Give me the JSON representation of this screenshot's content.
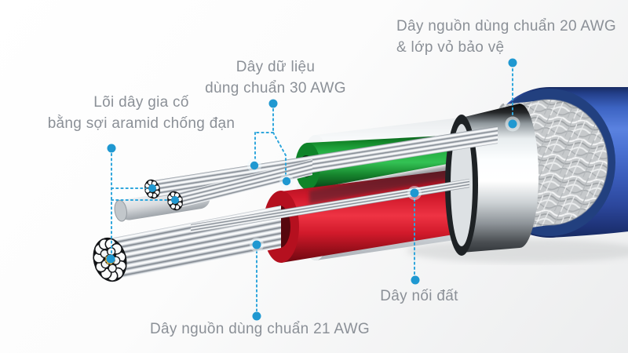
{
  "figure": {
    "type": "annotated-cable-cutaway-diagram",
    "labels": {
      "outer": {
        "line1": "Dây nguồn dùng chuẩn 20 AWG",
        "line2": "& lớp vỏ bảo vệ"
      },
      "data": {
        "line1": "Dây dữ liệu",
        "line2": "dùng chuẩn 30 AWG"
      },
      "aramid": {
        "line1": "Lõi dây gia cố",
        "line2": "bằng sợi aramid chống đạn"
      },
      "ground": {
        "line1": "Dây nối đất"
      },
      "power": {
        "line1": "Dây nguồn dùng chuẩn 21 AWG"
      }
    },
    "colors": {
      "label_text": "#8b9097",
      "leader_line": "#2fa6dc",
      "marker_dot": "#1f98d1",
      "jacket_blue": "#3a5cba",
      "braid_shield_silver": "#c6c9cb",
      "foil_chrome": "#e8ecee",
      "inner_wrap_white": "#f2f5f6",
      "data_wire_green": "#25af44",
      "power_wire_red": "#d0192b",
      "strand_silver": "#e6e9ec",
      "aramid_gold": "#cfa94a"
    }
  }
}
